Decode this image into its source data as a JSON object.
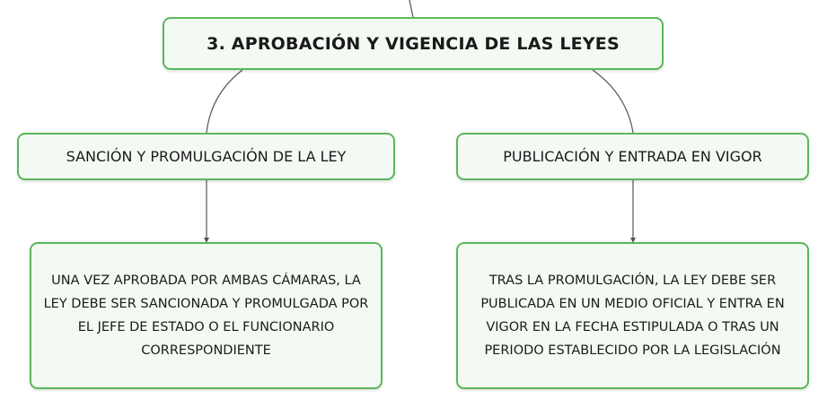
{
  "root": {
    "title": "3. APROBACIÓN Y VIGENCIA DE LAS LEYES"
  },
  "branches": [
    {
      "title": "SANCIÓN Y PROMULGACIÓN DE LA LEY",
      "detail": "UNA VEZ APROBADA POR AMBAS CÁMARAS, LA LEY DEBE SER SANCIONADA Y PROMULGADA POR EL JEFE DE ESTADO O EL FUNCIONARIO CORRESPONDIENTE"
    },
    {
      "title": "PUBLICACIÓN Y ENTRADA EN VIGOR",
      "detail": "TRAS LA PROMULGACIÓN, LA LEY DEBE SER PUBLICADA EN UN MEDIO OFICIAL Y ENTRA EN VIGOR EN LA FECHA ESTIPULADA O TRAS UN PERIODO ESTABLECIDO POR LA LEGISLACIÓN"
    }
  ],
  "colors": {
    "node_border": "#5ab85a",
    "node_fill": "#f3faf3",
    "connector": "#555555"
  }
}
